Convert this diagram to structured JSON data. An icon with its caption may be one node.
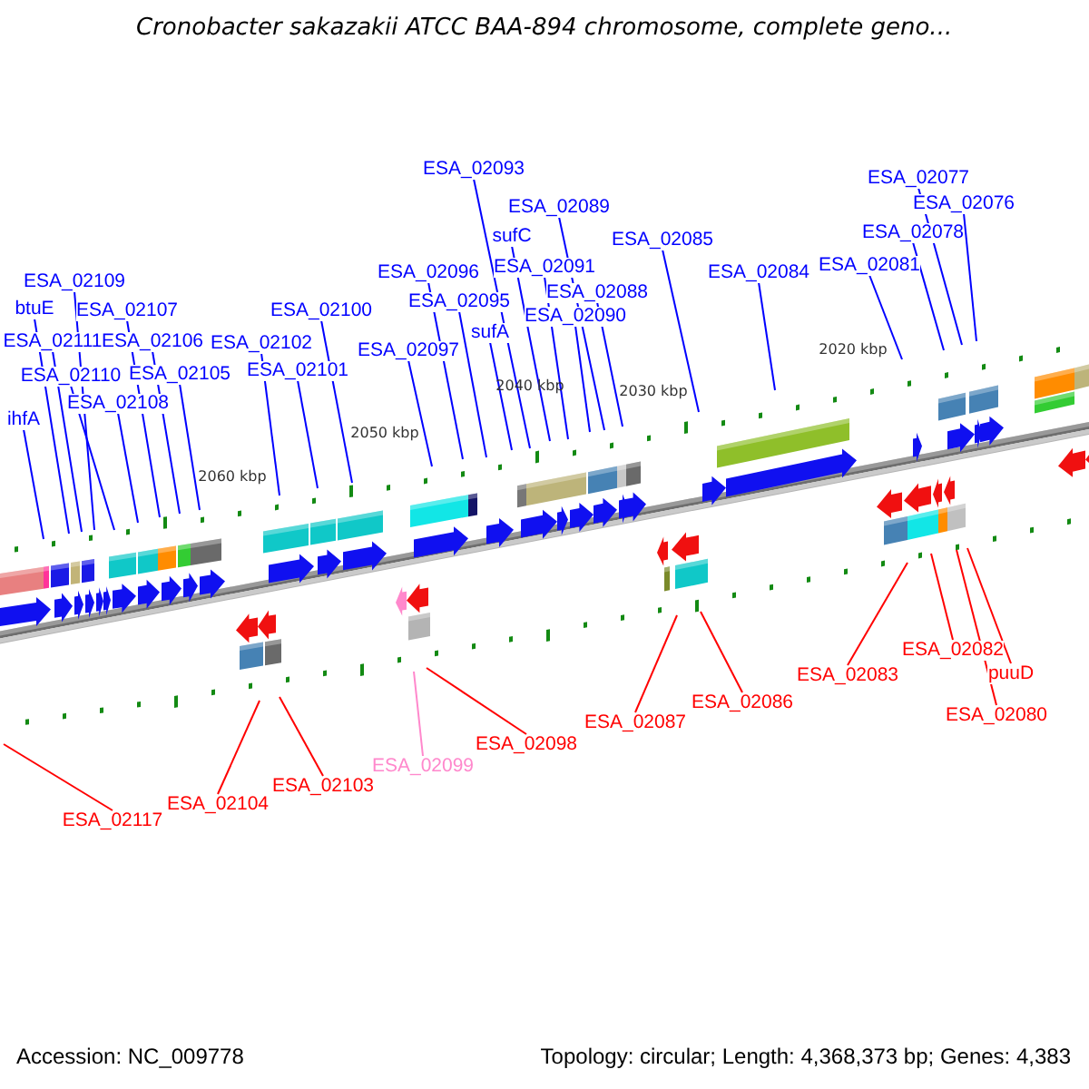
{
  "diagram": {
    "title": "Cronobacter sakazakii ATCC BAA-894 chromosome, complete geno...",
    "nodes": [
      {
        "text": [
          "ESA_02093"
        ]
      },
      {
        "text": [
          "ESA_02077"
        ]
      },
      {
        "text": [
          "ESA_02089"
        ]
      },
      {
        "text": [
          "ESA_02076"
        ]
      },
      {
        "text": [
          "ESA_02078"
        ]
      },
      {
        "text": [
          "sufC"
        ]
      },
      {
        "text": [
          "ESA_02085"
        ]
      },
      {
        "text": [
          "ESA_02081"
        ]
      },
      {
        "text": [
          "ESA_02096"
        ]
      },
      {
        "text": [
          "ESA_02091"
        ]
      },
      {
        "text": [
          "ESA_02084"
        ]
      },
      {
        "text": [
          "ESA_02109"
        ]
      },
      {
        "text": [
          "ESA_02088"
        ]
      },
      {
        "text": [
          "ESA_02095"
        ]
      },
      {
        "text": [
          "btuE"
        ]
      },
      {
        "text": [
          "ESA_02107"
        ]
      },
      {
        "text": [
          "ESA_02100"
        ]
      },
      {
        "text": [
          "ESA_02090"
        ]
      },
      {
        "text": [
          "sufA"
        ]
      },
      {
        "text": [
          "ESA_02111"
        ]
      },
      {
        "text": [
          "ESA_02106"
        ]
      },
      {
        "text": [
          "ESA_02102"
        ]
      },
      {
        "text": [
          "ESA_02097"
        ]
      },
      {
        "text": [
          "ESA_02110"
        ]
      },
      {
        "text": [
          "ESA_02105"
        ]
      },
      {
        "text": [
          "ESA_02101"
        ]
      },
      {
        "text": [
          "ESA_02108"
        ]
      },
      {
        "text": [
          "ihfA"
        ]
      },
      {
        "text": [
          "ESA_02082"
        ]
      },
      {
        "text": [
          "puuD"
        ]
      },
      {
        "text": [
          "ESA_02083"
        ]
      },
      {
        "text": [
          "ESA_02086"
        ]
      },
      {
        "text": [
          "ESA_02080"
        ]
      },
      {
        "text": [
          "ESA_02087"
        ]
      },
      {
        "text": [
          "ESA_02098"
        ]
      },
      {
        "text": [
          "ESA_02099"
        ]
      },
      {
        "text": [
          "ESA_02103"
        ]
      },
      {
        "text": [
          "ESA_02104"
        ]
      },
      {
        "text": [
          "ESA_02117"
        ]
      }
    ],
    "edges": [
      {
        "from": 0,
        "to": null,
        "arrow": "none"
      },
      {
        "from": 1,
        "to": null,
        "arrow": "none"
      },
      {
        "from": 2,
        "to": null,
        "arrow": "none"
      },
      {
        "from": 3,
        "to": null,
        "arrow": "none"
      },
      {
        "from": 4,
        "to": null,
        "arrow": "none"
      },
      {
        "from": 5,
        "to": null,
        "arrow": "none"
      },
      {
        "from": 6,
        "to": null,
        "arrow": "none"
      },
      {
        "from": 7,
        "to": null,
        "arrow": "none"
      },
      {
        "from": 8,
        "to": null,
        "arrow": "none"
      },
      {
        "from": 9,
        "to": null,
        "arrow": "none"
      },
      {
        "from": 10,
        "to": null,
        "arrow": "none"
      },
      {
        "from": 11,
        "to": null,
        "arrow": "none"
      },
      {
        "from": 12,
        "to": null,
        "arrow": "none"
      },
      {
        "from": 13,
        "to": null,
        "arrow": "none"
      },
      {
        "from": 14,
        "to": null,
        "arrow": "none"
      },
      {
        "from": 15,
        "to": null,
        "arrow": "none"
      },
      {
        "from": 16,
        "to": null,
        "arrow": "none"
      },
      {
        "from": 17,
        "to": null,
        "arrow": "none"
      },
      {
        "from": 18,
        "to": null,
        "arrow": "none"
      },
      {
        "from": 19,
        "to": null,
        "arrow": "none"
      },
      {
        "from": 20,
        "to": null,
        "arrow": "none"
      },
      {
        "from": 21,
        "to": null,
        "arrow": "none"
      },
      {
        "from": 22,
        "to": null,
        "arrow": "none"
      },
      {
        "from": 23,
        "to": null,
        "arrow": "none"
      },
      {
        "from": 24,
        "to": null,
        "arrow": "none"
      },
      {
        "from": 25,
        "to": null,
        "arrow": "none"
      },
      {
        "from": 26,
        "to": null,
        "arrow": "none"
      },
      {
        "from": 27,
        "to": null,
        "arrow": "none"
      },
      {
        "from": 28,
        "to": null,
        "arrow": "none",
        "color": "#ff0000"
      },
      {
        "from": 29,
        "to": null,
        "arrow": "none",
        "color": "#ff0000"
      },
      {
        "from": 30,
        "to": null,
        "arrow": "none",
        "color": "#ff0000"
      },
      {
        "from": 31,
        "to": null,
        "arrow": "none",
        "color": "#ff0000"
      },
      {
        "from": 32,
        "to": null,
        "arrow": "none",
        "color": "#ff0000"
      },
      {
        "from": 33,
        "to": null,
        "arrow": "none",
        "color": "#ff0000"
      },
      {
        "from": 34,
        "to": null,
        "arrow": "none",
        "color": "#ff0000"
      },
      {
        "from": 35,
        "to": null,
        "arrow": "none",
        "color": "#ff88cc"
      },
      {
        "from": 36,
        "to": null,
        "arrow": "none",
        "color": "#ff0000"
      },
      {
        "from": 37,
        "to": null,
        "arrow": "none",
        "color": "#ff0000"
      },
      {
        "from": 38,
        "to": null,
        "arrow": "none",
        "color": "#ff0000"
      }
    ],
    "labels": [
      "2060 kbp",
      "2050 kbp",
      "2040 kbp",
      "2030 kbp",
      "2020 kbp",
      "Accession: NC_009778",
      "Topology: circular; Length: 4,368,373 bp; Genes: 4,383"
    ]
  }
}
